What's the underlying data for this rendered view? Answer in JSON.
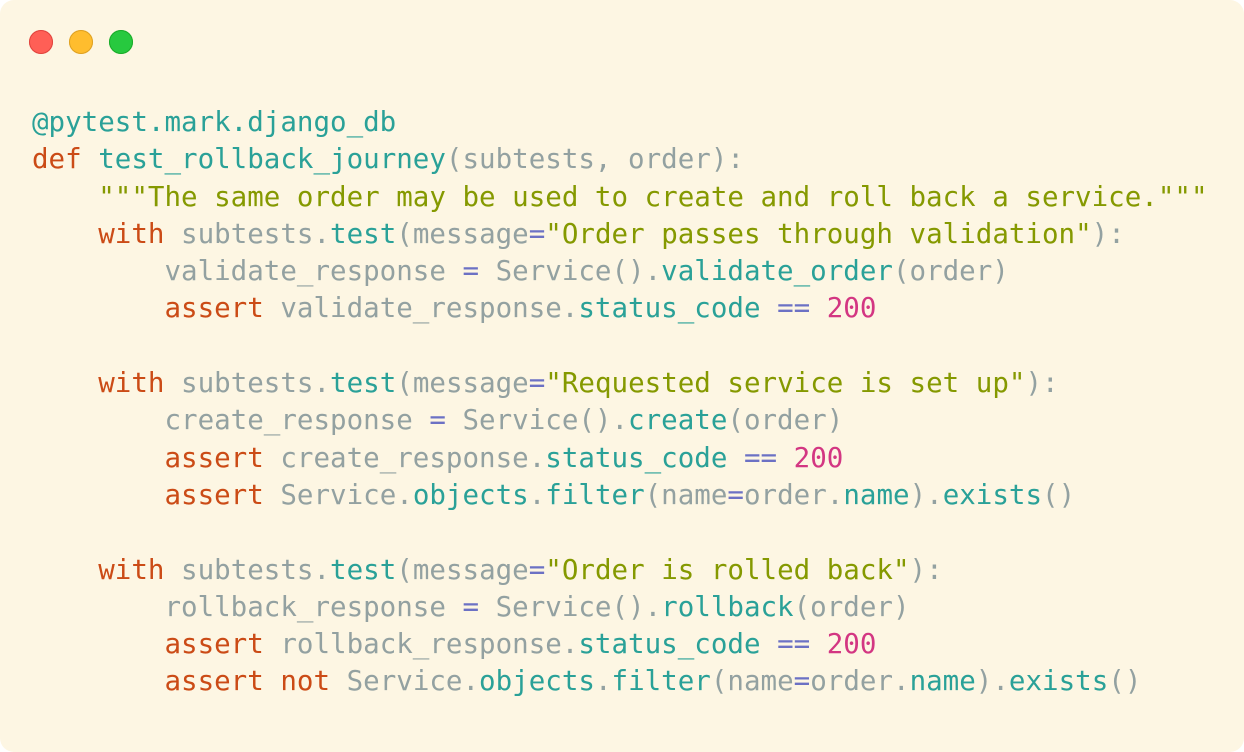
{
  "colors": {
    "background": "#fdf6e3",
    "keyword": "#cb4b16",
    "function": "#2aa198",
    "string": "#859900",
    "number": "#d33682",
    "plain": "#93a1a1",
    "operator": "#6c71c4"
  },
  "window_controls": {
    "close_icon": "circle-red",
    "minimize_icon": "circle-yellow",
    "zoom_icon": "circle-green"
  },
  "code_lines": [
    [
      {
        "t": "@pytest.mark.django_db",
        "c": "function"
      }
    ],
    [
      {
        "t": "def",
        "c": "keyword"
      },
      {
        "t": " ",
        "c": "plain"
      },
      {
        "t": "test_rollback_journey",
        "c": "function"
      },
      {
        "t": "(subtests, order):",
        "c": "plain"
      }
    ],
    [
      {
        "t": "    ",
        "c": "plain"
      },
      {
        "t": "\"\"\"The same order may be used to create and roll back a service.\"\"\"",
        "c": "string"
      }
    ],
    [
      {
        "t": "    ",
        "c": "plain"
      },
      {
        "t": "with",
        "c": "keyword"
      },
      {
        "t": " subtests.",
        "c": "plain"
      },
      {
        "t": "test",
        "c": "function"
      },
      {
        "t": "(message",
        "c": "plain"
      },
      {
        "t": "=",
        "c": "operator"
      },
      {
        "t": "\"Order passes through validation\"",
        "c": "string"
      },
      {
        "t": "):",
        "c": "plain"
      }
    ],
    [
      {
        "t": "        validate_response ",
        "c": "plain"
      },
      {
        "t": "=",
        "c": "operator"
      },
      {
        "t": " Service().",
        "c": "plain"
      },
      {
        "t": "validate_order",
        "c": "function"
      },
      {
        "t": "(order)",
        "c": "plain"
      }
    ],
    [
      {
        "t": "        ",
        "c": "plain"
      },
      {
        "t": "assert",
        "c": "keyword"
      },
      {
        "t": " validate_response.",
        "c": "plain"
      },
      {
        "t": "status_code",
        "c": "function"
      },
      {
        "t": " ",
        "c": "plain"
      },
      {
        "t": "==",
        "c": "operator"
      },
      {
        "t": " ",
        "c": "plain"
      },
      {
        "t": "200",
        "c": "number"
      }
    ],
    [],
    [
      {
        "t": "    ",
        "c": "plain"
      },
      {
        "t": "with",
        "c": "keyword"
      },
      {
        "t": " subtests.",
        "c": "plain"
      },
      {
        "t": "test",
        "c": "function"
      },
      {
        "t": "(message",
        "c": "plain"
      },
      {
        "t": "=",
        "c": "operator"
      },
      {
        "t": "\"Requested service is set up\"",
        "c": "string"
      },
      {
        "t": "):",
        "c": "plain"
      }
    ],
    [
      {
        "t": "        create_response ",
        "c": "plain"
      },
      {
        "t": "=",
        "c": "operator"
      },
      {
        "t": " Service().",
        "c": "plain"
      },
      {
        "t": "create",
        "c": "function"
      },
      {
        "t": "(order)",
        "c": "plain"
      }
    ],
    [
      {
        "t": "        ",
        "c": "plain"
      },
      {
        "t": "assert",
        "c": "keyword"
      },
      {
        "t": " create_response.",
        "c": "plain"
      },
      {
        "t": "status_code",
        "c": "function"
      },
      {
        "t": " ",
        "c": "plain"
      },
      {
        "t": "==",
        "c": "operator"
      },
      {
        "t": " ",
        "c": "plain"
      },
      {
        "t": "200",
        "c": "number"
      }
    ],
    [
      {
        "t": "        ",
        "c": "plain"
      },
      {
        "t": "assert",
        "c": "keyword"
      },
      {
        "t": " Service.",
        "c": "plain"
      },
      {
        "t": "objects",
        "c": "function"
      },
      {
        "t": ".",
        "c": "plain"
      },
      {
        "t": "filter",
        "c": "function"
      },
      {
        "t": "(name",
        "c": "plain"
      },
      {
        "t": "=",
        "c": "operator"
      },
      {
        "t": "order.",
        "c": "plain"
      },
      {
        "t": "name",
        "c": "function"
      },
      {
        "t": ").",
        "c": "plain"
      },
      {
        "t": "exists",
        "c": "function"
      },
      {
        "t": "()",
        "c": "plain"
      }
    ],
    [],
    [
      {
        "t": "    ",
        "c": "plain"
      },
      {
        "t": "with",
        "c": "keyword"
      },
      {
        "t": " subtests.",
        "c": "plain"
      },
      {
        "t": "test",
        "c": "function"
      },
      {
        "t": "(message",
        "c": "plain"
      },
      {
        "t": "=",
        "c": "operator"
      },
      {
        "t": "\"Order is rolled back\"",
        "c": "string"
      },
      {
        "t": "):",
        "c": "plain"
      }
    ],
    [
      {
        "t": "        rollback_response ",
        "c": "plain"
      },
      {
        "t": "=",
        "c": "operator"
      },
      {
        "t": " Service().",
        "c": "plain"
      },
      {
        "t": "rollback",
        "c": "function"
      },
      {
        "t": "(order)",
        "c": "plain"
      }
    ],
    [
      {
        "t": "        ",
        "c": "plain"
      },
      {
        "t": "assert",
        "c": "keyword"
      },
      {
        "t": " rollback_response.",
        "c": "plain"
      },
      {
        "t": "status_code",
        "c": "function"
      },
      {
        "t": " ",
        "c": "plain"
      },
      {
        "t": "==",
        "c": "operator"
      },
      {
        "t": " ",
        "c": "plain"
      },
      {
        "t": "200",
        "c": "number"
      }
    ],
    [
      {
        "t": "        ",
        "c": "plain"
      },
      {
        "t": "assert",
        "c": "keyword"
      },
      {
        "t": " ",
        "c": "plain"
      },
      {
        "t": "not",
        "c": "keyword"
      },
      {
        "t": " Service.",
        "c": "plain"
      },
      {
        "t": "objects",
        "c": "function"
      },
      {
        "t": ".",
        "c": "plain"
      },
      {
        "t": "filter",
        "c": "function"
      },
      {
        "t": "(name",
        "c": "plain"
      },
      {
        "t": "=",
        "c": "operator"
      },
      {
        "t": "order.",
        "c": "plain"
      },
      {
        "t": "name",
        "c": "function"
      },
      {
        "t": ").",
        "c": "plain"
      },
      {
        "t": "exists",
        "c": "function"
      },
      {
        "t": "()",
        "c": "plain"
      }
    ]
  ]
}
